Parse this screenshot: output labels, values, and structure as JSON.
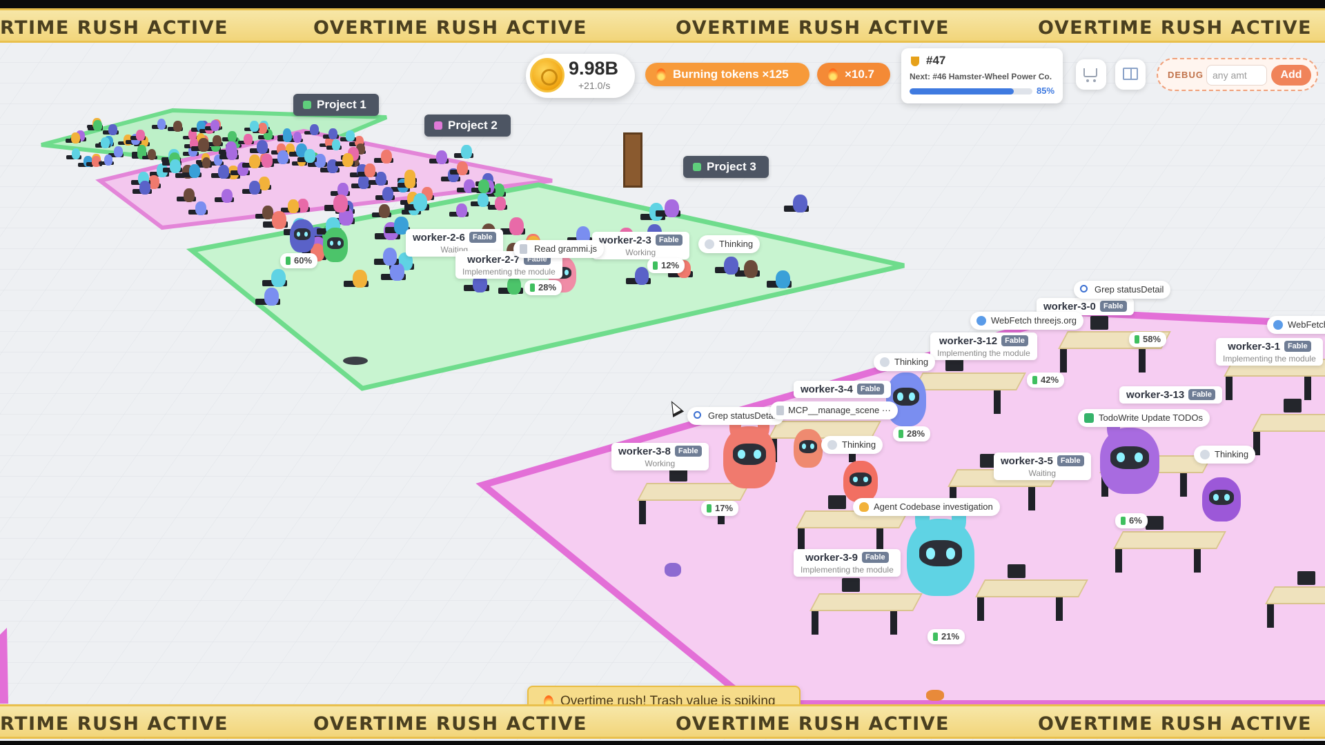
{
  "banner": {
    "text": "OVERTIME RUSH ACTIVE",
    "first_text": "RTIME RUSH ACTIVE"
  },
  "hud": {
    "coins": "9.98B",
    "rate": "+21.0/s",
    "burning": "Burning tokens ×125",
    "multiplier": "×10.7",
    "rank": "#47",
    "next": "Next: #46 Hamster-Wheel Power Co.",
    "next_progress_pct": 85,
    "next_progress_label": "85%",
    "debug_label": "DEBUG",
    "debug_placeholder": "any amt",
    "add_label": "Add"
  },
  "projects": [
    {
      "label": "Project 1",
      "color": "#5fcf7c"
    },
    {
      "label": "Project 2",
      "color": "#e07ad8"
    },
    {
      "label": "Project 3",
      "color": "#5fcf7c"
    }
  ],
  "workers": [
    {
      "name": "worker-2-6",
      "badge": "Fable",
      "state": "Waiting"
    },
    {
      "name": "worker-2-7",
      "badge": "Fable",
      "state": "Implementing the module"
    },
    {
      "name": "worker-2-3",
      "badge": "Fable",
      "state": "Working"
    },
    {
      "name": "worker-3-0",
      "badge": "Fable",
      "state": ""
    },
    {
      "name": "worker-3-12",
      "badge": "Fable",
      "state": "Implementing the module"
    },
    {
      "name": "worker-3-1",
      "badge": "Fable",
      "state": "Implementing the module"
    },
    {
      "name": "worker-3-4",
      "badge": "Fable",
      "state": ""
    },
    {
      "name": "worker-3-13",
      "badge": "Fable",
      "state": ""
    },
    {
      "name": "worker-3-8",
      "badge": "Fable",
      "state": "Working"
    },
    {
      "name": "worker-3-5",
      "badge": "Fable",
      "state": "Waiting"
    },
    {
      "name": "worker-3-9",
      "badge": "Fable",
      "state": "Implementing the module"
    }
  ],
  "activities": [
    {
      "icon": "file-icon",
      "text": "Read grammi.js"
    },
    {
      "icon": "thinking-icon",
      "text": "Thinking"
    },
    {
      "icon": "search-icon",
      "text": "Grep statusDetail"
    },
    {
      "icon": "globe-icon",
      "text": "WebFetch threejs.org"
    },
    {
      "icon": "thinking-icon",
      "text": "Thinking"
    },
    {
      "icon": "search-icon",
      "text": "Grep statusDetail"
    },
    {
      "icon": "tool-icon",
      "text": "MCP__manage_scene ···"
    },
    {
      "icon": "thinking-icon",
      "text": "Thinking"
    },
    {
      "icon": "check-icon",
      "text": "TodoWrite Update TODOs"
    },
    {
      "icon": "thinking-icon",
      "text": "Thinking"
    },
    {
      "icon": "agent-icon",
      "text": "Agent Codebase investigation"
    },
    {
      "icon": "globe-icon",
      "text": "WebFetch"
    }
  ],
  "progress": [
    {
      "label": "60%"
    },
    {
      "label": "12%"
    },
    {
      "label": "28%"
    },
    {
      "label": "58%"
    },
    {
      "label": "42%"
    },
    {
      "label": "28%"
    },
    {
      "label": "17%"
    },
    {
      "label": "6%"
    },
    {
      "label": "21%"
    }
  ],
  "toast": "Overtime rush! Trash value is spiking"
}
